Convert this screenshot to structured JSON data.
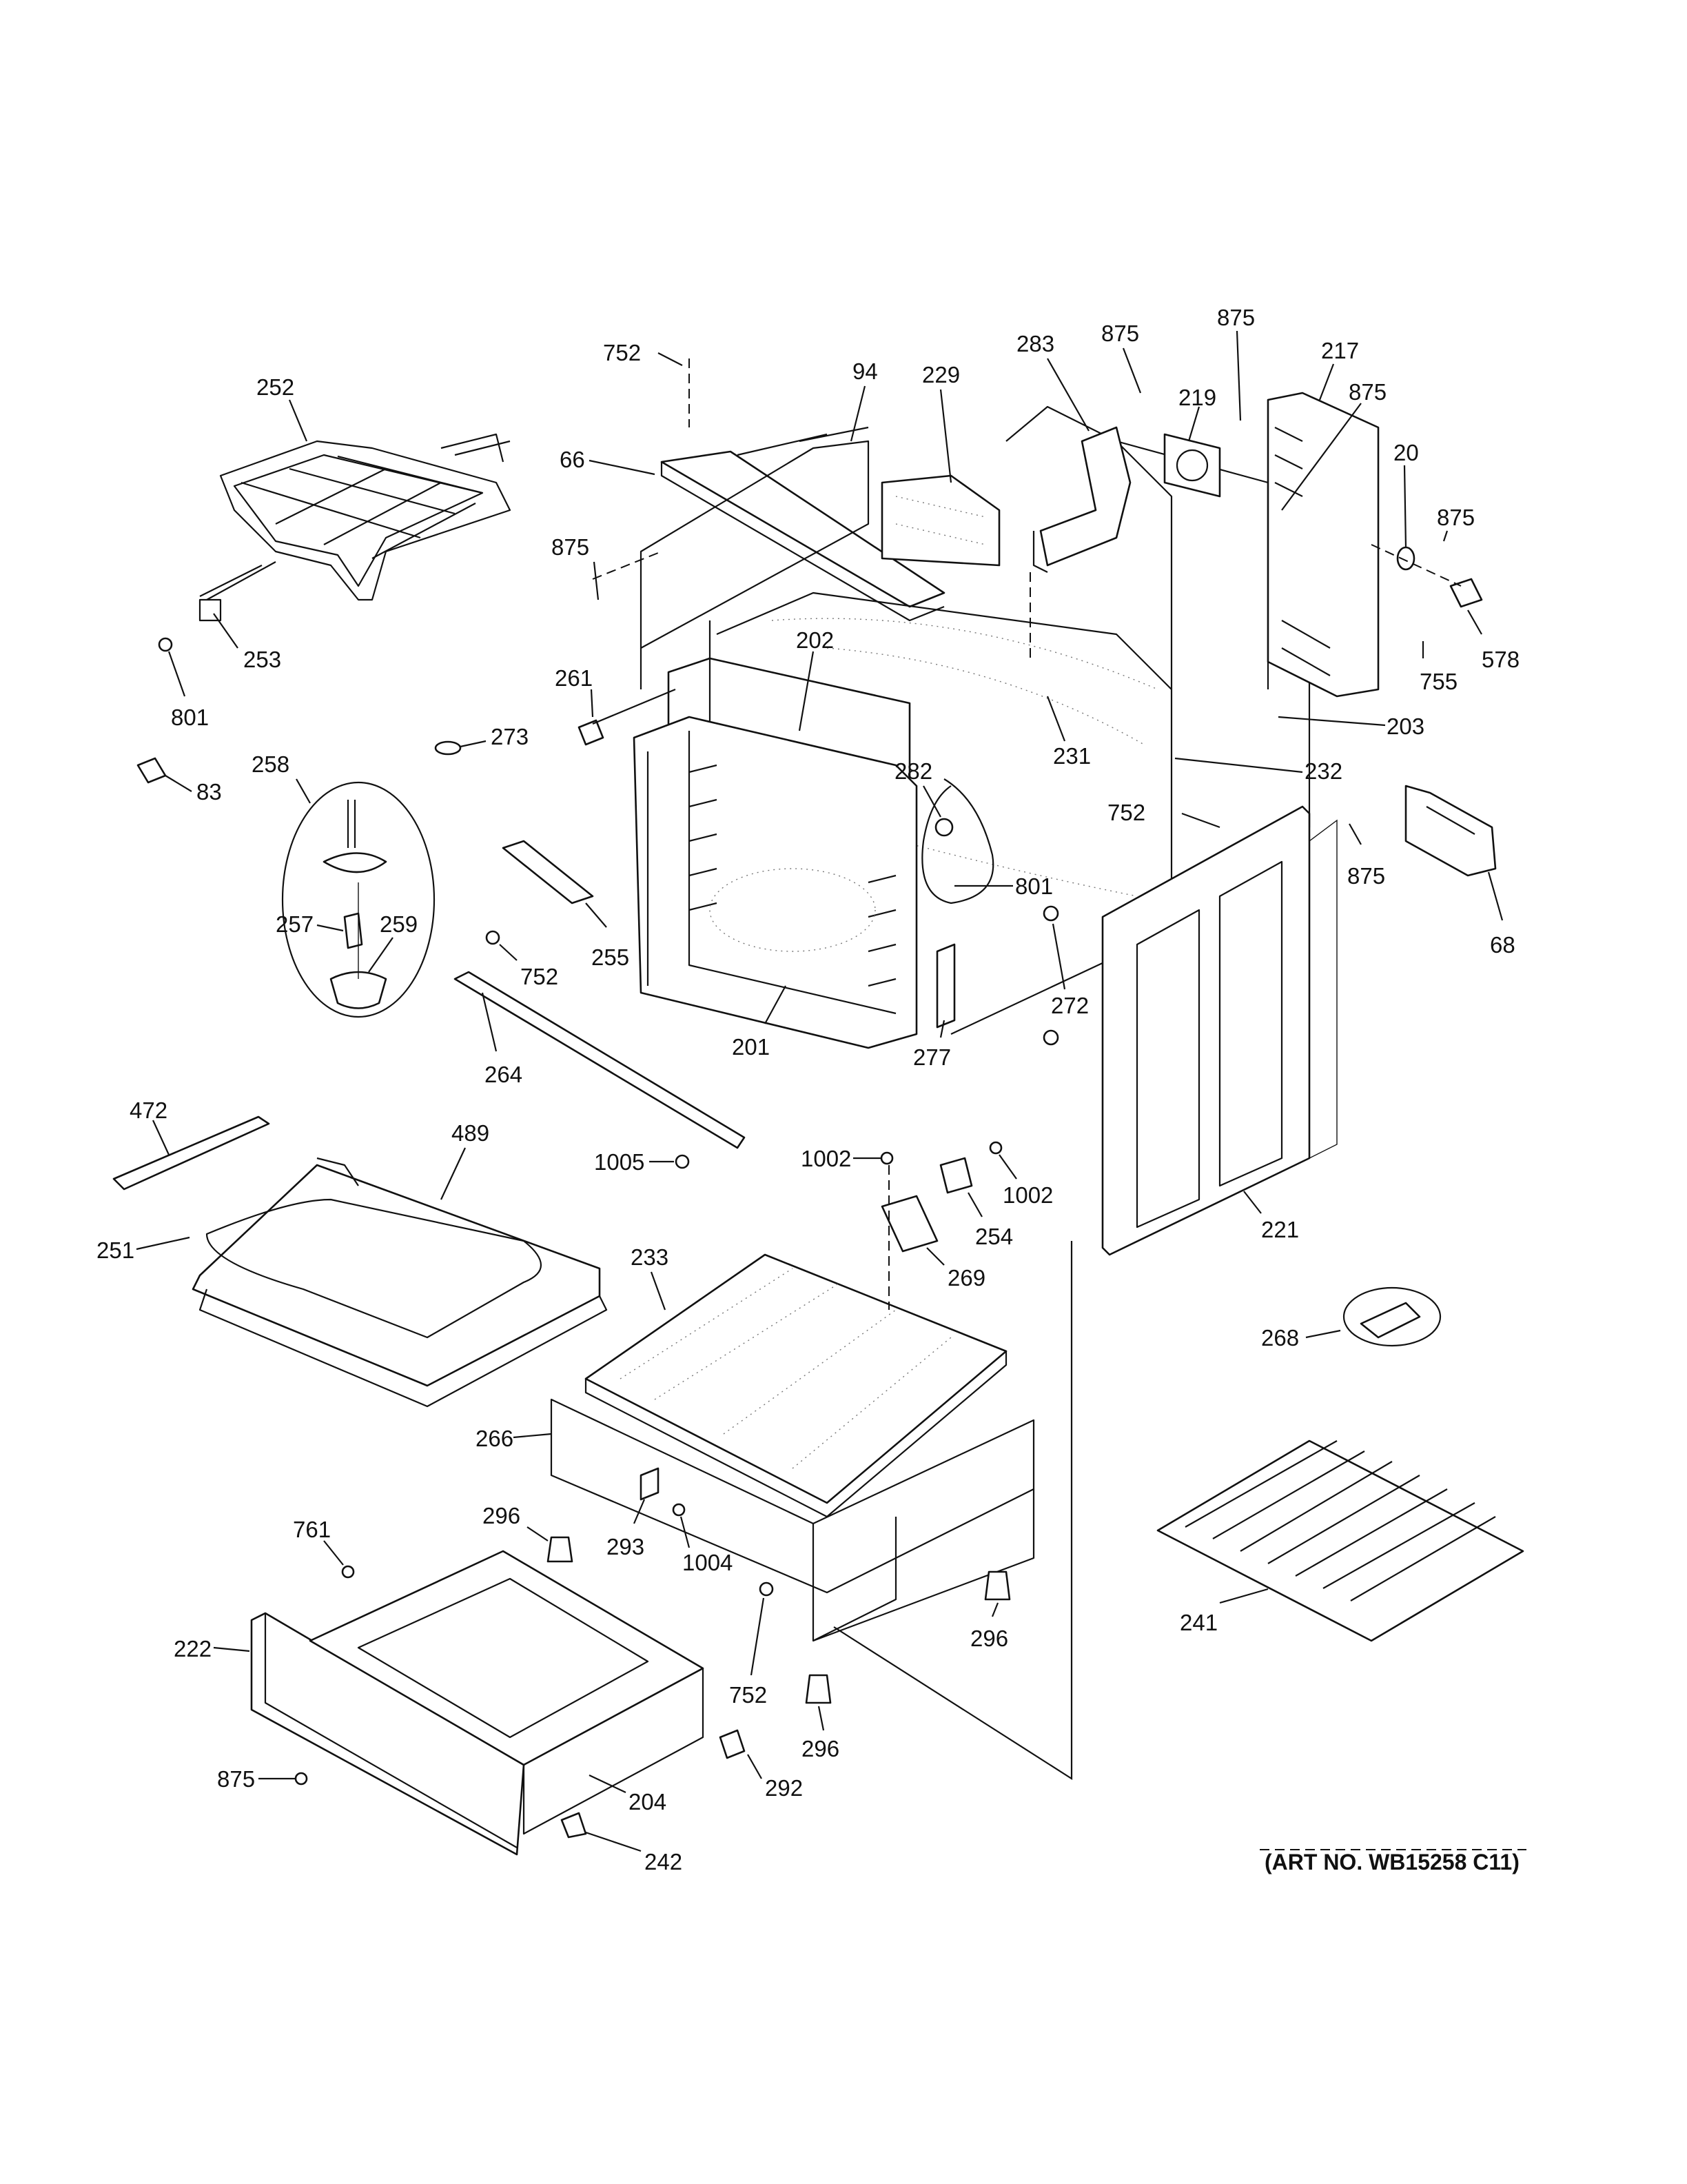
{
  "art_number": "(ART NO. WB15258 C11)",
  "labels": {
    "p752a": "752",
    "p94": "94",
    "p229": "229",
    "p283": "283",
    "p875a": "875",
    "p875b": "875",
    "p217": "217",
    "p219": "219",
    "p875c": "875",
    "p20": "20",
    "p875d": "875",
    "p66": "66",
    "p875e": "875",
    "p252": "252",
    "p253": "253",
    "p801a": "801",
    "p578": "578",
    "p755": "755",
    "p203": "203",
    "p261": "261",
    "p202": "202",
    "p231": "231",
    "p273": "273",
    "p83": "83",
    "p258": "258",
    "p232": "232",
    "p282": "282",
    "p752b": "752",
    "p801b": "801",
    "p875f": "875",
    "p68": "68",
    "p257": "257",
    "p259": "259",
    "p255": "255",
    "p752c": "752",
    "p272": "272",
    "p201": "201",
    "p277": "277",
    "p264": "264",
    "p472": "472",
    "p489": "489",
    "p1005": "1005",
    "p1002a": "1002",
    "p1002b": "1002",
    "p254": "254",
    "p269": "269",
    "p221": "221",
    "p251": "251",
    "p233": "233",
    "p268": "268",
    "p266": "266",
    "p761": "761",
    "p296a": "296",
    "p293": "293",
    "p1004": "1004",
    "p222": "222",
    "p752d": "752",
    "p296b": "296",
    "p241": "241",
    "p296c": "296",
    "p875g": "875",
    "p292": "292",
    "p204": "204",
    "p242": "242"
  }
}
